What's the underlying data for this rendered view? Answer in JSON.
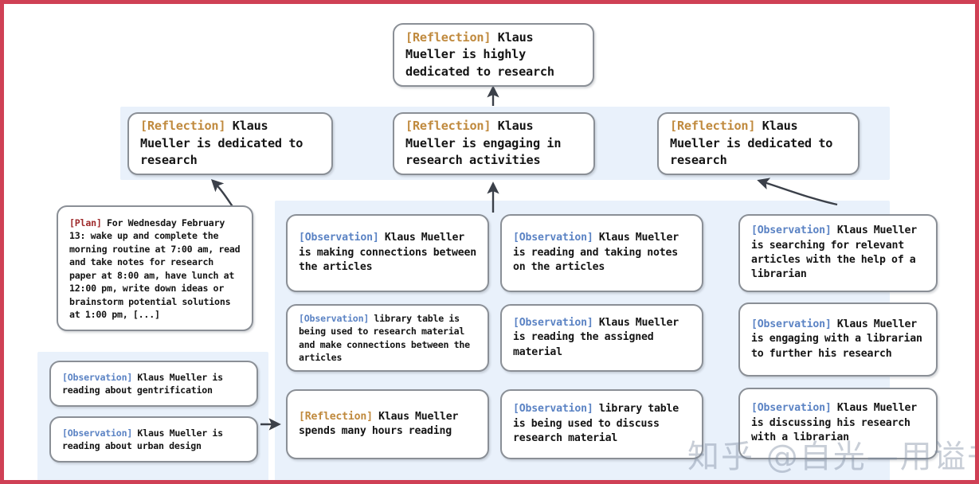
{
  "figure": {
    "border_color": "#cf4055",
    "panel_color": "#e9f1fb",
    "node_border_color": "#8a8f96",
    "tag_colors": {
      "reflection": "#c08a3e",
      "observation": "#5b83c4",
      "plan": "#9e2a2b"
    },
    "watermark": "知乎 @自光—用谥书生"
  },
  "nodes": {
    "top_reflection": {
      "tag": "[Reflection]",
      "tag_type": "reflection",
      "text": " Klaus Mueller is highly dedicated to research"
    },
    "mid_reflection_left": {
      "tag": "[Reflection]",
      "tag_type": "reflection",
      "text": " Klaus Mueller is dedicated to research"
    },
    "mid_reflection_center": {
      "tag": "[Reflection]",
      "tag_type": "reflection",
      "text": " Klaus Mueller is engaging in research activities"
    },
    "mid_reflection_right": {
      "tag": "[Reflection]",
      "tag_type": "reflection",
      "text": " Klaus Mueller is dedicated to research"
    },
    "plan": {
      "tag": "[Plan]",
      "tag_type": "plan",
      "text": " For Wednesday February 13: wake up and complete the morning routine at 7:00 am, read and take notes for research paper at 8:00 am, have lunch at 12:00 pm, write down ideas or brainstorm potential solutions at 1:00 pm, [...]"
    },
    "obs_gentrification": {
      "tag": "[Observation]",
      "tag_type": "observation",
      "text": " Klaus Mueller is reading about gentrification"
    },
    "obs_urban_design": {
      "tag": "[Observation]",
      "tag_type": "observation",
      "text": " Klaus Mueller is reading about urban design"
    },
    "col1_obs_connections": {
      "tag": "[Observation]",
      "tag_type": "observation",
      "text": " Klaus Mueller is making connections between the articles"
    },
    "col1_obs_library_table": {
      "tag": "[Observation]",
      "tag_type": "observation",
      "text": " library table is being used to research material and make connections between the articles"
    },
    "col1_reflection_hours": {
      "tag": "[Reflection]",
      "tag_type": "reflection",
      "text": " Klaus Mueller spends many hours reading"
    },
    "col2_obs_taking_notes": {
      "tag": "[Observation]",
      "tag_type": "observation",
      "text": " Klaus Mueller is reading and taking notes on the articles"
    },
    "col2_obs_assigned": {
      "tag": "[Observation]",
      "tag_type": "observation",
      "text": " Klaus Mueller is reading the assigned material"
    },
    "col2_obs_discuss_table": {
      "tag": "[Observation]",
      "tag_type": "observation",
      "text": " library table is being used to discuss research material"
    },
    "col3_obs_searching": {
      "tag": "[Observation]",
      "tag_type": "observation",
      "text": " Klaus Mueller is searching for relevant articles with the help of a librarian"
    },
    "col3_obs_engaging": {
      "tag": "[Observation]",
      "tag_type": "observation",
      "text": " Klaus Mueller is engaging with a librarian to further his research"
    },
    "col3_obs_discussing": {
      "tag": "[Observation]",
      "tag_type": "observation",
      "text": " Klaus Mueller is discussing his research with a librarian"
    }
  }
}
